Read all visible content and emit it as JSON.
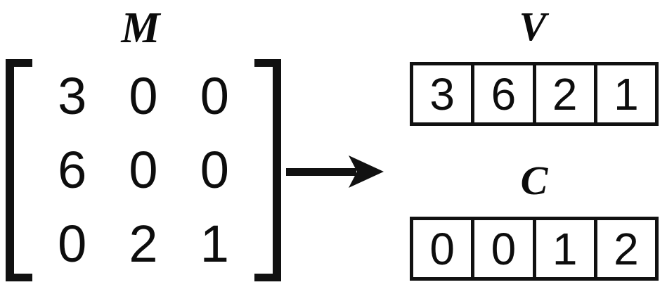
{
  "diagram": {
    "background_color": "#ffffff",
    "ink_color": "#111111",
    "matrix": {
      "label": "M",
      "rows": [
        [
          "3",
          "0",
          "0"
        ],
        [
          "6",
          "0",
          "0"
        ],
        [
          "0",
          "2",
          "1"
        ]
      ]
    },
    "arrow": {
      "name": "transform-arrow",
      "direction": "right"
    },
    "arrays": [
      {
        "label": "V",
        "cells": [
          "3",
          "6",
          "2",
          "1"
        ]
      },
      {
        "label": "C",
        "cells": [
          "0",
          "0",
          "1",
          "2"
        ]
      }
    ]
  }
}
